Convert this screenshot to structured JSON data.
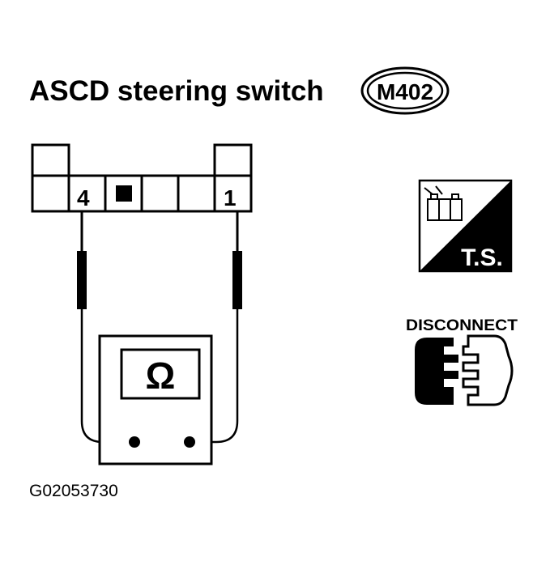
{
  "title": "ASCD steering switch",
  "connector_id": "M402",
  "terminals": [
    "4",
    "1"
  ],
  "meter_symbol": "Ω",
  "ts_label": "T.S.",
  "disconnect_label": "DISCONNECT",
  "figure_id": "G02053730",
  "colors": {
    "ink": "#000000",
    "paper": "#ffffff"
  }
}
